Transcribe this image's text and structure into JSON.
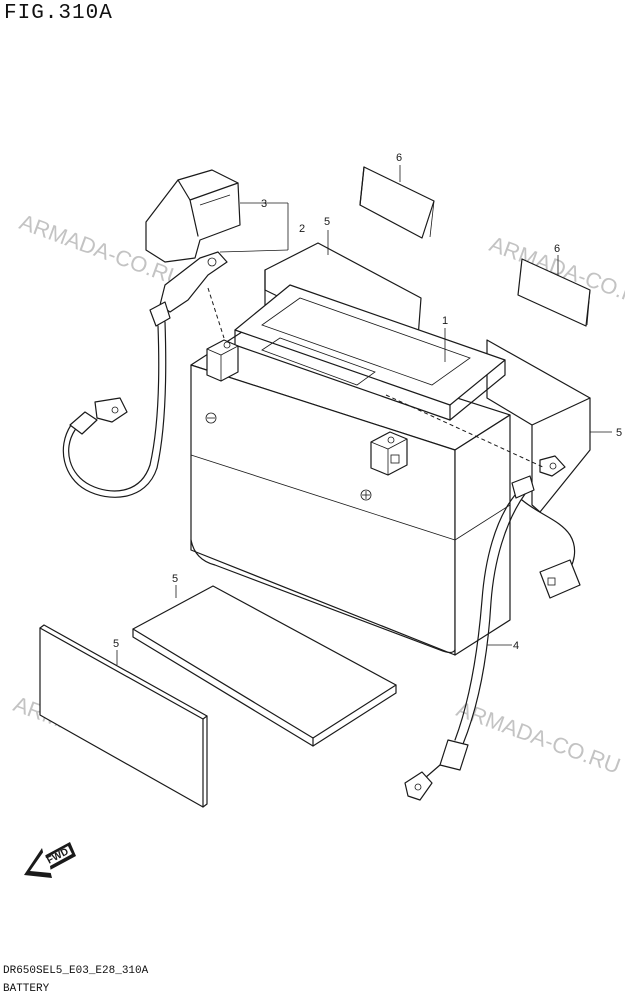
{
  "figure": {
    "title": "FIG.310A"
  },
  "footer": {
    "code": "DR650SEL5_E03_E28_310A",
    "name": "BATTERY"
  },
  "callouts": [
    "1",
    "2",
    "3",
    "4",
    "5",
    "6"
  ],
  "fwd_label": "FWD",
  "watermark": "ARMADA-CO.RU"
}
